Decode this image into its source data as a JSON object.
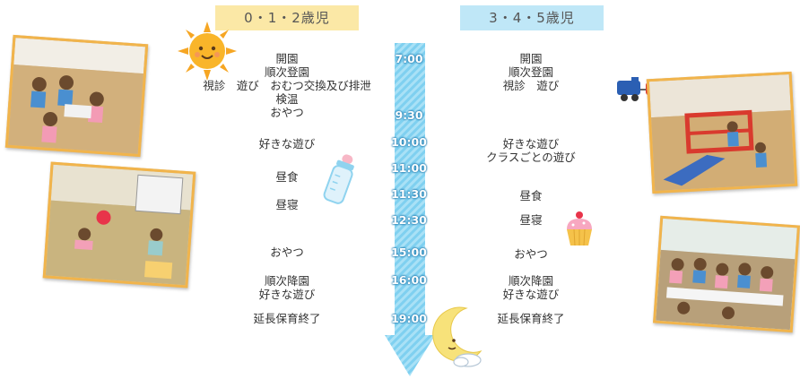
{
  "headers": {
    "left": "0・1・2歳児",
    "right": "3・4・5歳児"
  },
  "times": [
    "7:00",
    "9:30",
    "10:00",
    "11:00",
    "11:30",
    "12:30",
    "15:00",
    "16:00",
    "19:00"
  ],
  "left_schedule": {
    "open": "開園",
    "arrival": "順次登園",
    "activities": "視診　遊び　おむつ交換及び排泄",
    "temperature": "検温",
    "snack_am": "おやつ",
    "free_play": "好きな遊び",
    "lunch": "昼食",
    "nap": "昼寝",
    "snack_pm": "おやつ",
    "departure": "順次降園",
    "free_play_pm": "好きな遊び",
    "extended_end": "延長保育終了"
  },
  "right_schedule": {
    "open": "開園",
    "arrival": "順次登園",
    "activities": "視診　遊び",
    "free_play": "好きな遊び",
    "class_play": "クラスごとの遊び",
    "lunch": "昼食",
    "nap": "昼寝",
    "snack_pm": "おやつ",
    "departure": "順次降園",
    "free_play_pm": "好きな遊び",
    "extended_end": "延長保育終了"
  },
  "colors": {
    "arrow": "#7fd0f0",
    "arrow_stripe": "#a9e1f6",
    "header_left": "#fbe8a6",
    "header_right": "#bfe7f7",
    "photo_border": "#f1b44c"
  },
  "icons": [
    "sun-icon",
    "baby-bottle-icon",
    "moon-icon",
    "cupcake-icon",
    "toy-train-icon"
  ]
}
